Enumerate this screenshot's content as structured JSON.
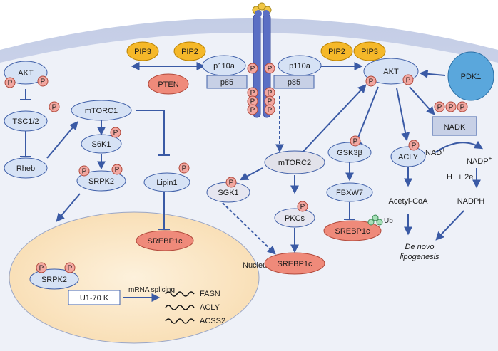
{
  "nodes": {
    "akt_left": "AKT",
    "tsc": "TSC1/2",
    "rheb": "Rheb",
    "mtorc1": "mTORC1",
    "s6k1": "S6K1",
    "srpk2": "SRPK2",
    "lipin1": "Lipin1",
    "srebp1c_nuc": "SREBP1c",
    "nucleus": "Nucleus",
    "srpk2_nuc": "SRPK2",
    "u170k": "U1-70 K",
    "mrna_splicing": "mRNA splicing",
    "fasn": "FASN",
    "acly_gene": "ACLY",
    "acss2": "ACSS2",
    "pip3_left": "PIP3",
    "pip2_left": "PIP2",
    "pten": "PTEN",
    "p110a_left": "p110a",
    "p110a_right": "p110a",
    "p85_left": "p85",
    "p85_right": "p85",
    "pip2_right": "PIP2",
    "pip3_right": "PIP3",
    "akt_right": "AKT",
    "pdk1": "PDK1",
    "mtorc2": "mTORC2",
    "sgk1": "SGK1",
    "pkcs": "PKCs",
    "srebp1c_mid": "SREBP1c",
    "gsk3b": "GSK3β",
    "fbxw7": "FBXW7",
    "srebp1c_right": "SREBP1c",
    "ub": "Ub",
    "acly": "ACLY",
    "nadk": "NADK",
    "acetyl_coa": "Acetyl-CoA",
    "nad": "NAD",
    "nadp": "NADP",
    "plus_sup": "+",
    "h_e": "H",
    "h_e_rest": " + 2e",
    "minus_sup": "−",
    "nadph": "NADPH",
    "de_novo": "De novo",
    "lipogenesis": "lipogenesis",
    "phospho": "P"
  },
  "colors": {
    "membrane_fill": "#d9dfef",
    "blue_node": "#d6e2f5",
    "blue_stroke": "#3f5fa8",
    "orange_node": "#f5b829",
    "red_node": "#ef8a7a",
    "p_circle": "#f2a7a0",
    "nucleus_fill": "#fbe6c4",
    "arrow": "#3a5aa5",
    "receptor": "#5b6fc4"
  }
}
